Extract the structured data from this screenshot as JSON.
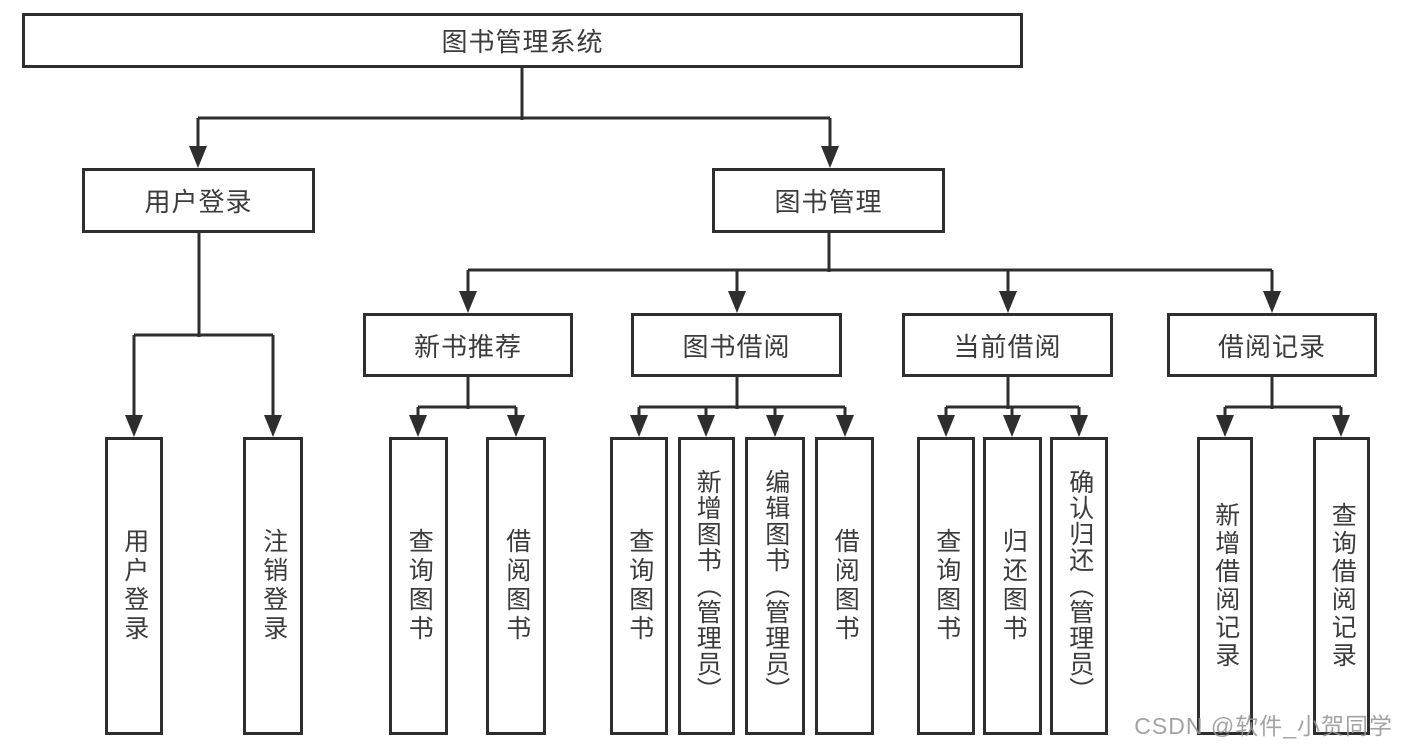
{
  "diagram": {
    "title": "图书管理系统",
    "root": "图书管理系统",
    "level2": {
      "user_login": "用户登录",
      "book_management": "图书管理"
    },
    "level3": {
      "new_book_rec": "新书推荐",
      "book_borrow": "图书借阅",
      "current_borrow": "当前借阅",
      "borrow_records": "借阅记录"
    },
    "leaves": {
      "user_login_children": {
        "login": "用户登录",
        "logout": "注销登录"
      },
      "new_book_rec_children": {
        "query_books": "查询图书",
        "borrow_books": "借阅图书"
      },
      "book_borrow_children": {
        "query_books": "查询图书",
        "add_books_admin": "新增图书（管理员）",
        "edit_books_admin": "编辑图书（管理员）",
        "borrow_books": "借阅图书"
      },
      "current_borrow_children": {
        "query_books": "查询图书",
        "return_books": "归还图书",
        "confirm_return_admin": "确认归还（管理员）"
      },
      "borrow_records_children": {
        "add_record": "新增借阅记录",
        "query_record": "查询借阅记录"
      }
    }
  },
  "watermark": "CSDN @软件_小贺同学",
  "colors": {
    "stroke": "#2e2e2e",
    "text": "#3b3b3b",
    "background": "#ffffff",
    "watermark_gray": "#969696"
  }
}
